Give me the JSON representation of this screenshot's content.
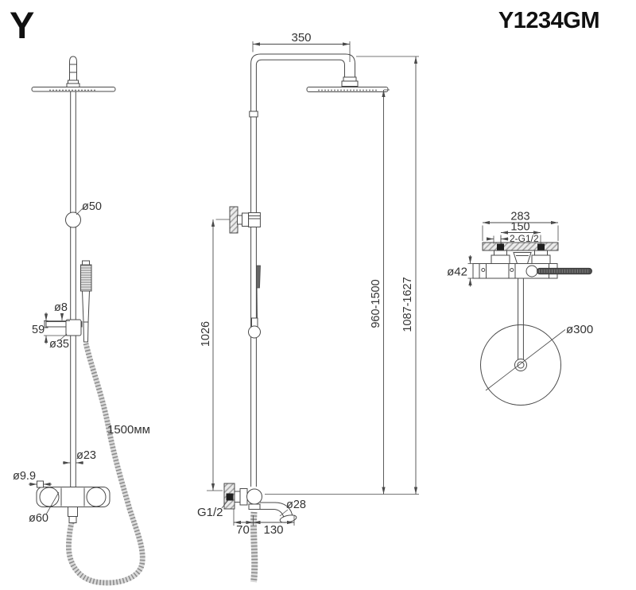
{
  "header": {
    "logo": "Y",
    "model": "Y1234GM"
  },
  "colors": {
    "line": "#4a4a4a",
    "text": "#333333",
    "hatch": "#9f9f9f",
    "dark_fill": "#4f4f4f",
    "background": "#ffffff"
  },
  "side_view": {
    "labels": {
      "d50": "ø50",
      "d8": "ø8",
      "h59": "59",
      "d35": "ø35",
      "hose": "1500мм",
      "d23": "ø23",
      "d99": "ø9.9",
      "d60": "ø60"
    }
  },
  "front_view": {
    "labels": {
      "w350": "350",
      "h1026": "1026",
      "range1": "960-1500",
      "range2": "1087-1627",
      "thread": "G1/2",
      "w70": "70",
      "w130": "130",
      "d28": "ø28"
    }
  },
  "top_view": {
    "labels": {
      "w283": "283",
      "w150": "150",
      "thread": "2-G1/2",
      "d42": "ø42",
      "d300": "ø300"
    }
  }
}
